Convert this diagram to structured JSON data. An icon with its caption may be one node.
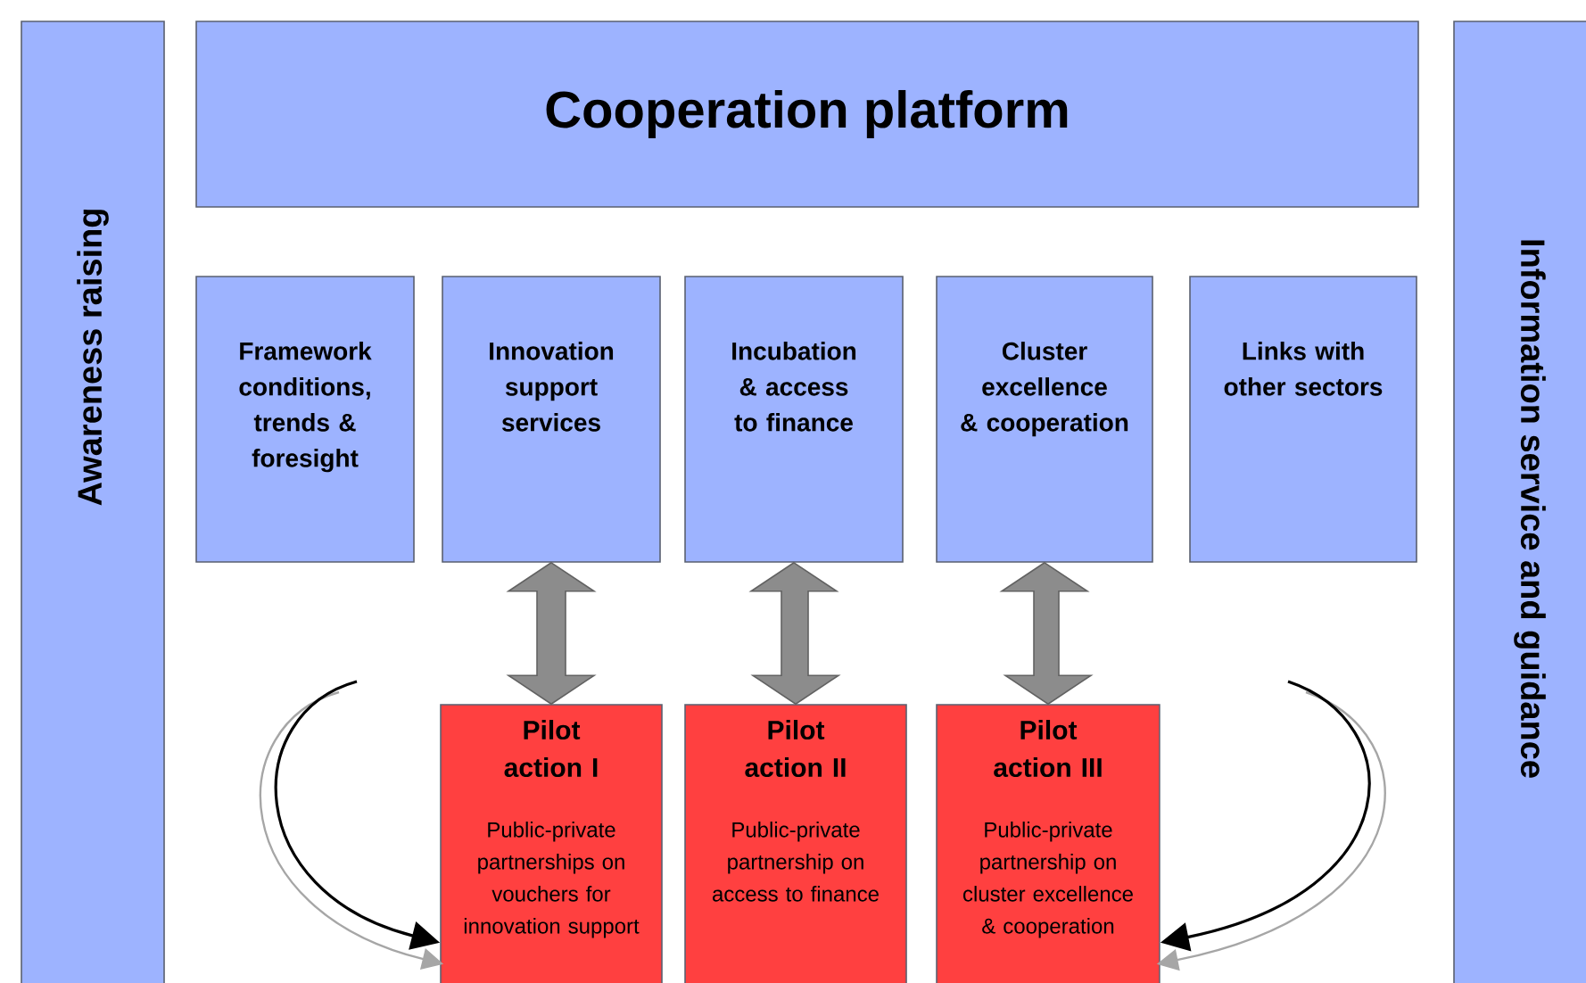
{
  "diagram": {
    "nodes": [
      {
        "text": [
          "Awareness raising"
        ]
      },
      {
        "text": [
          "Cooperation platform"
        ]
      },
      {
        "text": [
          "Information service and guidance"
        ]
      },
      {
        "text": [
          "Framework conditions, trends & foresight"
        ]
      },
      {
        "text": [
          "Innovation support services"
        ]
      },
      {
        "text": [
          "Incubation & access to finance"
        ]
      },
      {
        "text": [
          "Cluster excellence & cooperation"
        ]
      },
      {
        "text": [
          "Links with other sectors"
        ]
      },
      {
        "text": [
          "Pilot action I",
          "Public-private partnerships on vouchers for innovation support"
        ]
      },
      {
        "text": [
          "Pilot action II",
          "Public-private partnership on access to finance"
        ]
      },
      {
        "text": [
          "Pilot action III",
          "Public-private partnership on cluster excellence & cooperation"
        ]
      }
    ],
    "edges": [
      {
        "from": 4,
        "to": 8,
        "arrow": "both",
        "style": "thick",
        "color": "#8c8c8c"
      },
      {
        "from": 5,
        "to": 9,
        "arrow": "both",
        "style": "thick",
        "color": "#8c8c8c"
      },
      {
        "from": 6,
        "to": 10,
        "arrow": "both",
        "style": "thick",
        "color": "#8c8c8c"
      },
      {
        "from": null,
        "to": 8,
        "arrow": "to"
      },
      {
        "from": null,
        "to": 10,
        "arrow": "to"
      }
    ]
  }
}
